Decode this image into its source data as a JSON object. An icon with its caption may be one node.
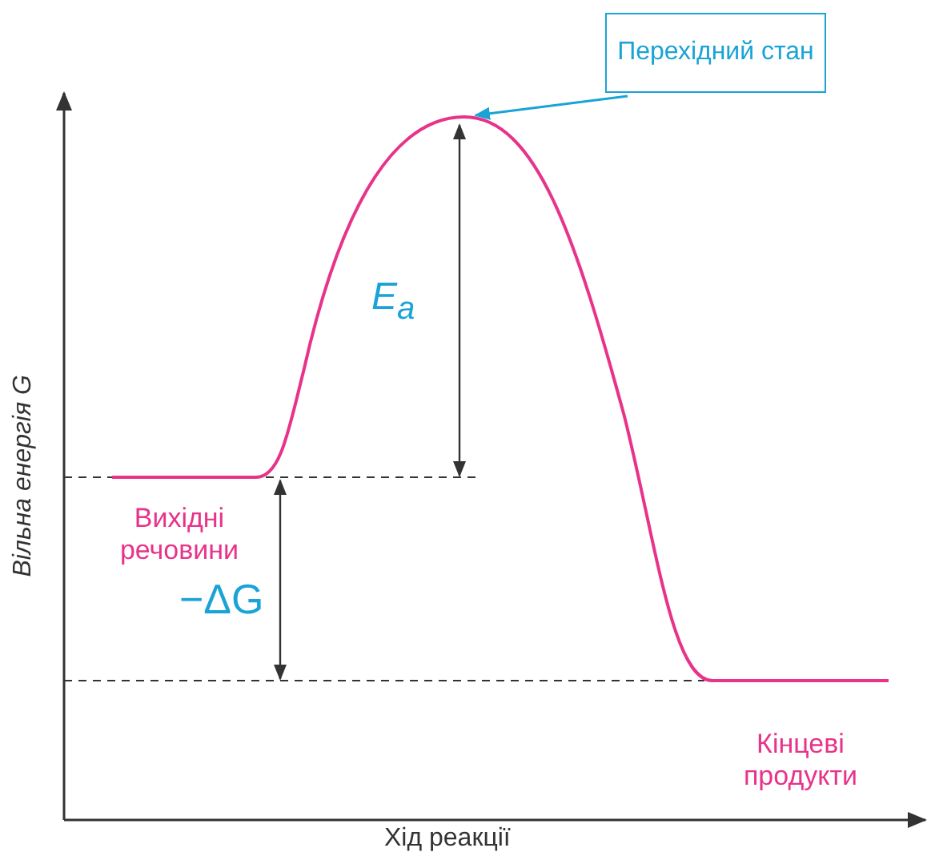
{
  "diagram": {
    "nodes": [
      {
        "text": [
          "Перехідний стан"
        ]
      },
      {
        "text": [],
        "shape": "curve"
      }
    ],
    "edges": [
      {
        "from": 0,
        "to": 1,
        "arrow": "to"
      }
    ],
    "labels": [
      "E$_{a}$",
      "Вихідні речовини",
      "−ΔG",
      "Кінцеві продукти",
      "Вільна енергія *G*",
      "Хід реакції"
    ]
  }
}
